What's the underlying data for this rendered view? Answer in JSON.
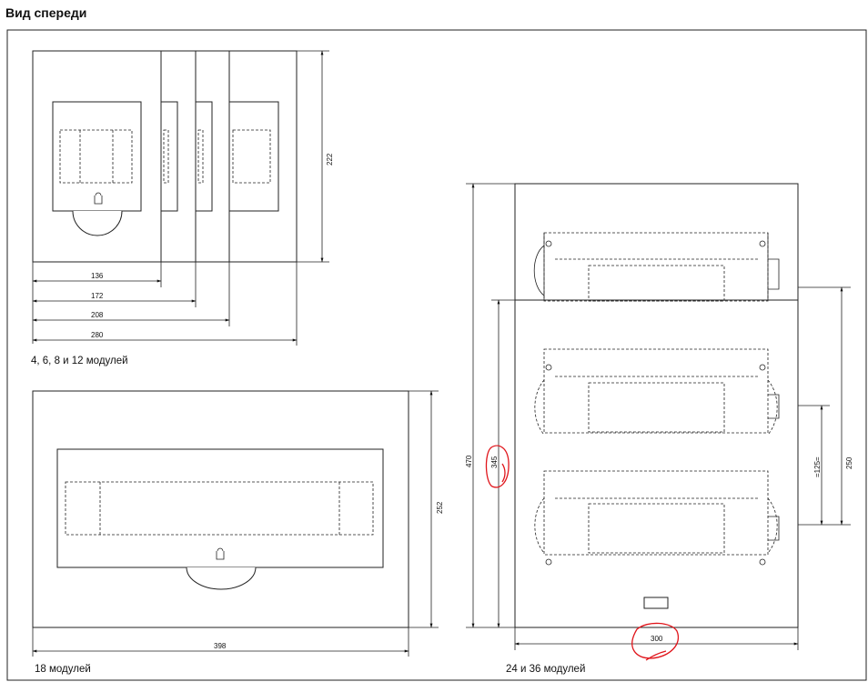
{
  "title": "Вид спереди",
  "views": {
    "small": {
      "caption": "4, 6, 8 и 12 модулей",
      "dims": [
        "136",
        "172",
        "208",
        "280",
        "222"
      ]
    },
    "medium": {
      "caption": "18 модулей",
      "dims": [
        "398",
        "252"
      ]
    },
    "large": {
      "caption": "24 и 36 модулей",
      "dims": [
        "470",
        "345",
        "300",
        "250",
        "=125="
      ]
    }
  },
  "annotation_color": "#e0151b"
}
